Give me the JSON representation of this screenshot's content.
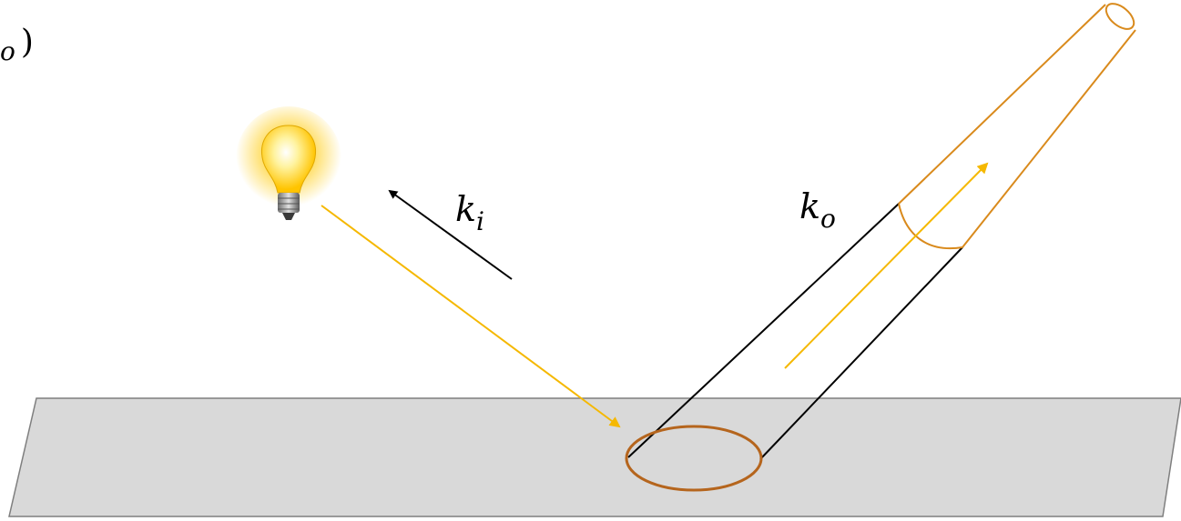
{
  "labels": {
    "partial_top_left_main": "",
    "partial_top_left_sub": "o",
    "partial_top_left_paren": ")",
    "incident_main": "k",
    "incident_sub": "i",
    "outgoing_main": "k",
    "outgoing_sub": "o"
  },
  "colors": {
    "surface_fill": "#d9d9d9",
    "surface_stroke": "#7f7f7f",
    "light_ray": "#f5b800",
    "beam_outline": "#d98a1c",
    "footprint_outline": "#b5651d",
    "outline_black": "#000000",
    "bulb_glow": "#ffd84a"
  },
  "icons": {
    "light_source": "lightbulb-icon"
  }
}
